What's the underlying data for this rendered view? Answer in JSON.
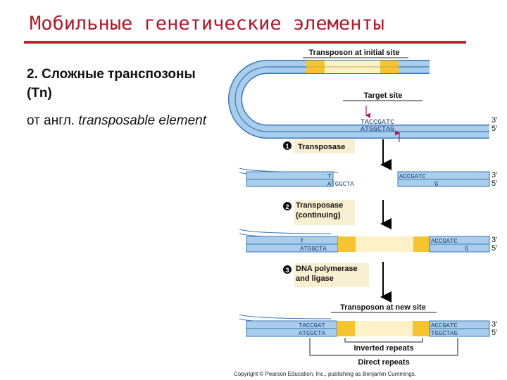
{
  "slide": {
    "title": "Мобильные генетические элементы",
    "label_number": "2. Сложные транспозоны (Tn)",
    "desc_prefix": "от англ.",
    "desc_term": "transposable element"
  },
  "diagram": {
    "labels": {
      "transposon_initial": "Transposon at initial site",
      "target_site": "Target site",
      "transposon_new": "Transposon at new site",
      "inverted_repeats": "Inverted repeats",
      "direct_repeats": "Direct repeats",
      "copyright": "Copyright © Pearson Education, Inc., publishing as Benjamin Cummings."
    },
    "strand_ends": {
      "top": "3′",
      "bottom": "5′"
    },
    "target": {
      "top_seq": "TACCGATC",
      "bottom_seq": "ATGGCTAG"
    },
    "steps": [
      {
        "num": "1",
        "label": "Transposase"
      },
      {
        "num": "2",
        "label": "Transposase (continuing)"
      },
      {
        "num": "3",
        "label": "DNA polymerase and ligase"
      }
    ],
    "cut": {
      "left_top": "T",
      "left_bottom": "ATGGCTA",
      "right_top": "ACCGATC",
      "right_bottom": "G"
    },
    "inserted": {
      "left_top": "T",
      "left_bottom": "ATGGCTA",
      "right_top": "ACCGATC",
      "right_bottom": "G"
    },
    "final": {
      "left_top": "TACCGAT",
      "left_bottom": "ATGGCTA",
      "right_top": "ACCGATC",
      "right_bottom": "TGGCTAG"
    },
    "colors": {
      "strand": "#a9cdeb",
      "strand_edge": "#3a78b8",
      "repeat": "#f5c430",
      "transposon": "#fdf1c7",
      "label_box": "#f8eed0",
      "arrow": "#000000",
      "target_marker": "#b2185a"
    }
  }
}
